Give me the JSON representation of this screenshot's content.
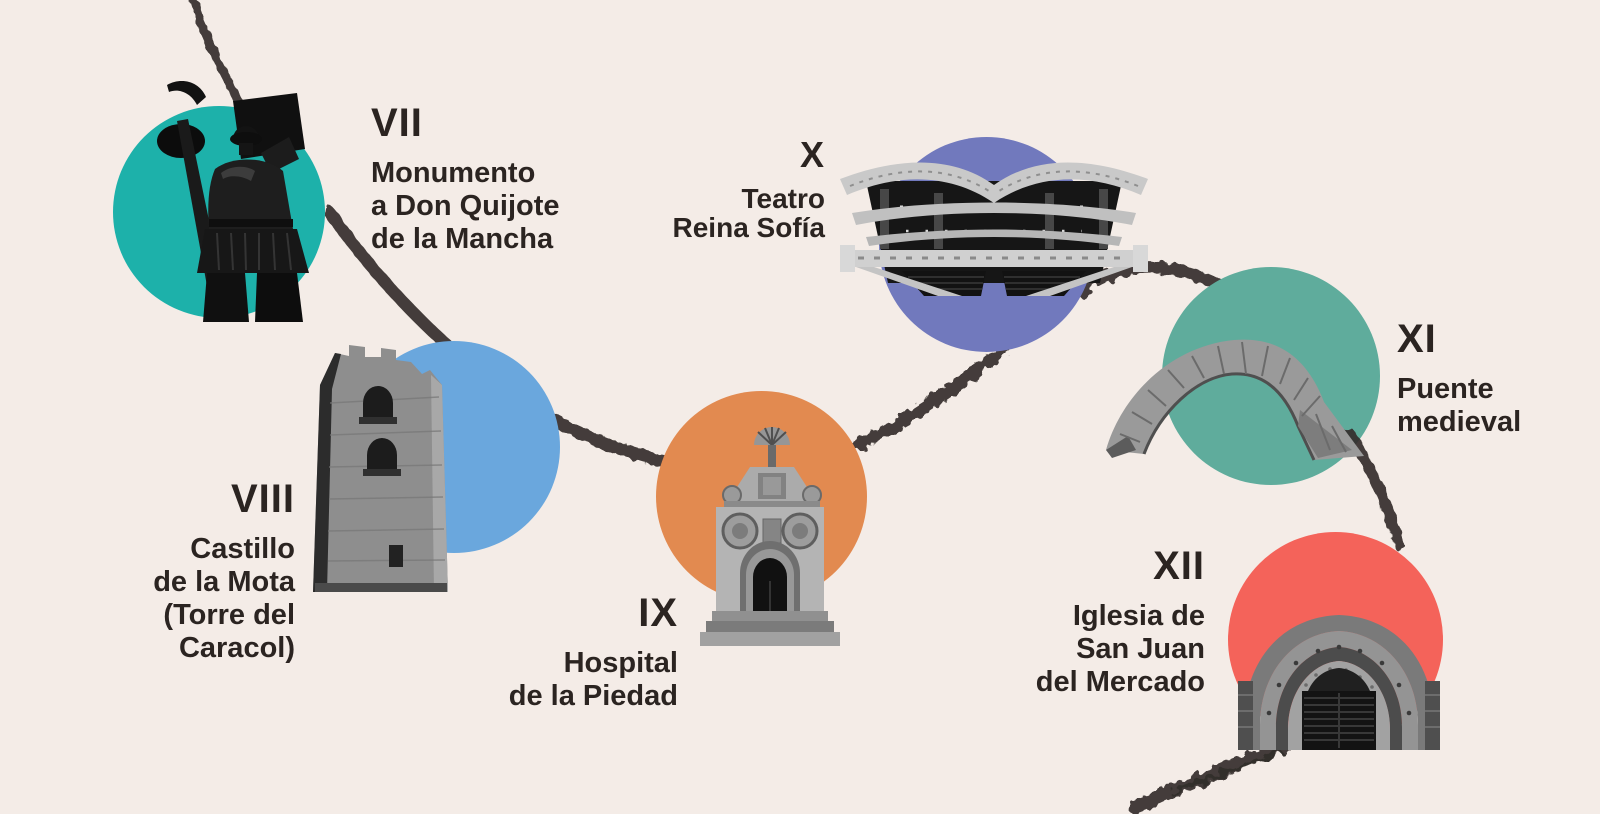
{
  "colors": {
    "background": "#f4ece7",
    "ink": "#2b2421",
    "route_stroke": "#332e2a",
    "teal": "#1db1aa",
    "blue": "#6aa7dd",
    "orange": "#e28a50",
    "purple": "#7179bd",
    "green": "#5fac9c",
    "coral": "#f4635a"
  },
  "landmarks": [
    {
      "numeral": "VII",
      "name": "Monumento\na Don Quijote\nde la Mancha",
      "circle_color": "#1db1aa",
      "image": "don-quijote-monument"
    },
    {
      "numeral": "VIII",
      "name": "Castillo\nde la Mota\n(Torre del\nCaracol)",
      "circle_color": "#6aa7dd",
      "image": "castle-tower"
    },
    {
      "numeral": "IX",
      "name": "Hospital\nde la Piedad",
      "circle_color": "#e28a50",
      "image": "hospital-facade"
    },
    {
      "numeral": "X",
      "name": "Teatro\nReina Sofía",
      "circle_color": "#7179bd",
      "image": "theatre-interior"
    },
    {
      "numeral": "XI",
      "name": "Puente\nmedieval",
      "circle_color": "#5fac9c",
      "image": "medieval-bridge-arch"
    },
    {
      "numeral": "XII",
      "name": "Iglesia de\nSan Juan\ndel Mercado",
      "circle_color": "#f4635a",
      "image": "church-portal"
    }
  ]
}
